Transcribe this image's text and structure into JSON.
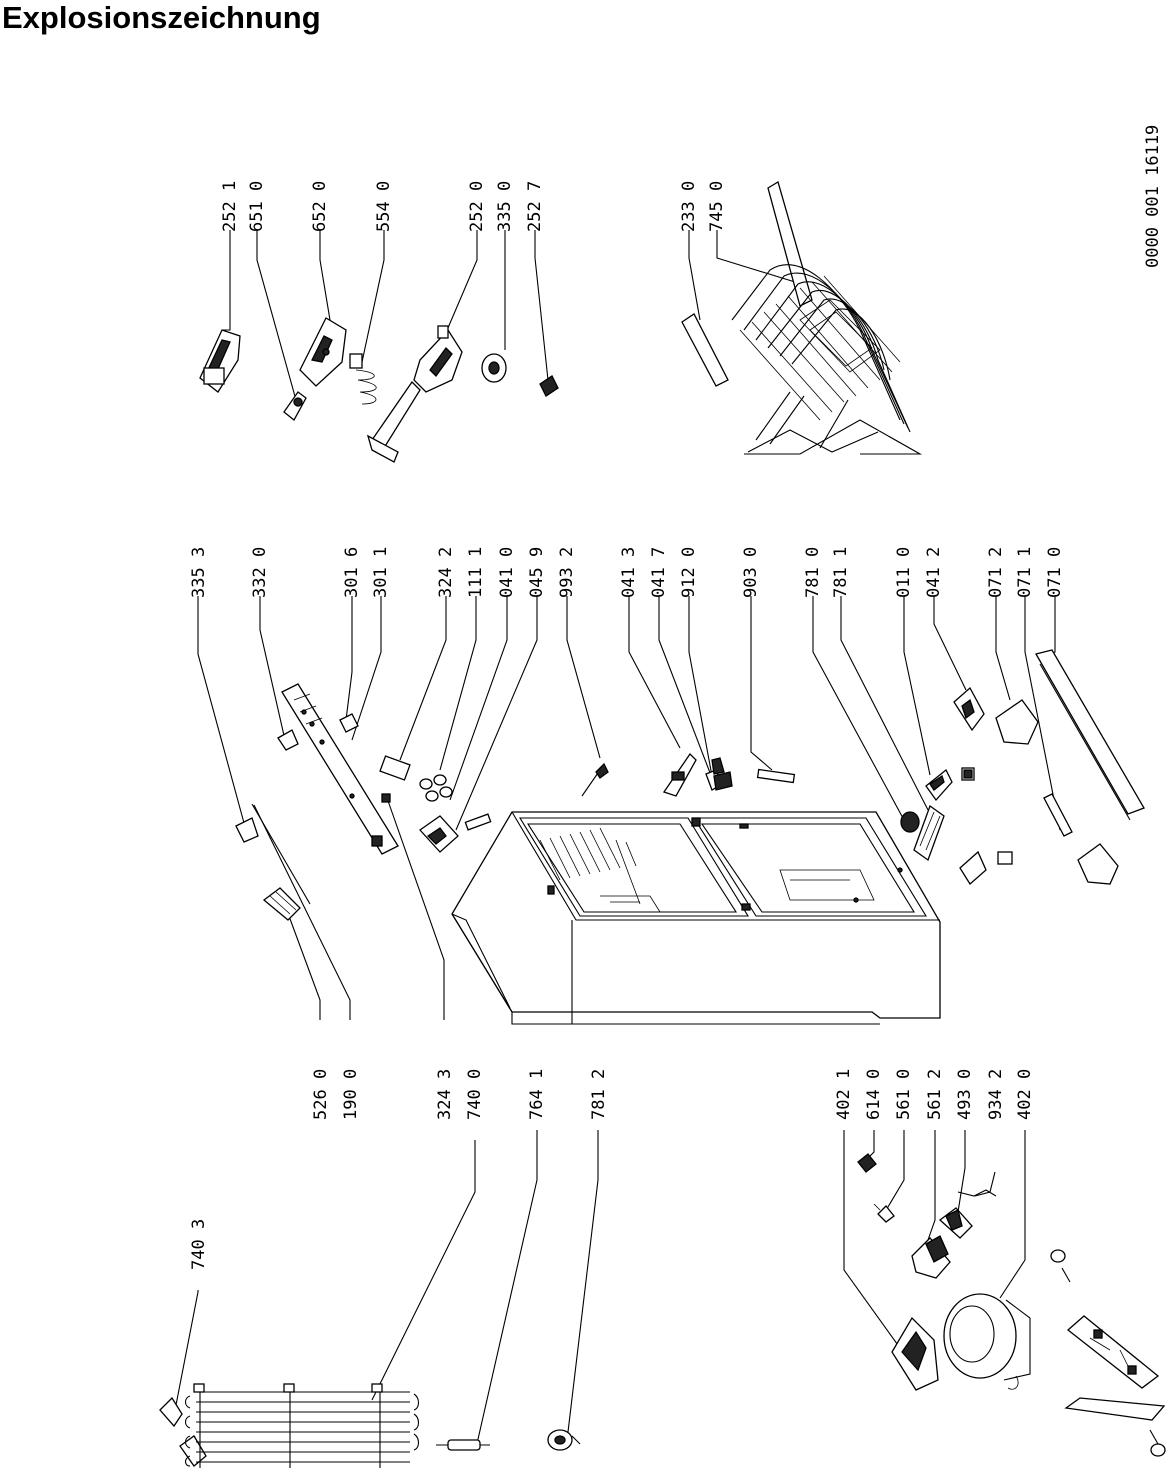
{
  "title": "Explosionszeichnung",
  "drawing_number": "0000 001 16119",
  "labels": {
    "g1": [
      "252 1",
      "651 0",
      "652 0",
      "554 0",
      "252 0",
      "335 0",
      "252 7"
    ],
    "g2": [
      "233 0",
      "745 0"
    ],
    "g3": [
      "335 3",
      "332 0",
      "301 6",
      "301 1",
      "324 2",
      "111 1",
      "041 0",
      "045 9",
      "993 2"
    ],
    "g4": [
      "041 3",
      "041 7",
      "912 0",
      "903 0",
      "781 0",
      "781 1",
      "011 0",
      "041 2",
      "071 2",
      "071 1",
      "071 0"
    ],
    "g5": [
      "526 0",
      "190 0",
      "324 3",
      "740 0",
      "764 1",
      "781 2"
    ],
    "g6": [
      "402 1",
      "614 0",
      "561 0",
      "561 2",
      "493 0",
      "934 2",
      "402 0"
    ],
    "g7": [
      "740 3"
    ]
  }
}
